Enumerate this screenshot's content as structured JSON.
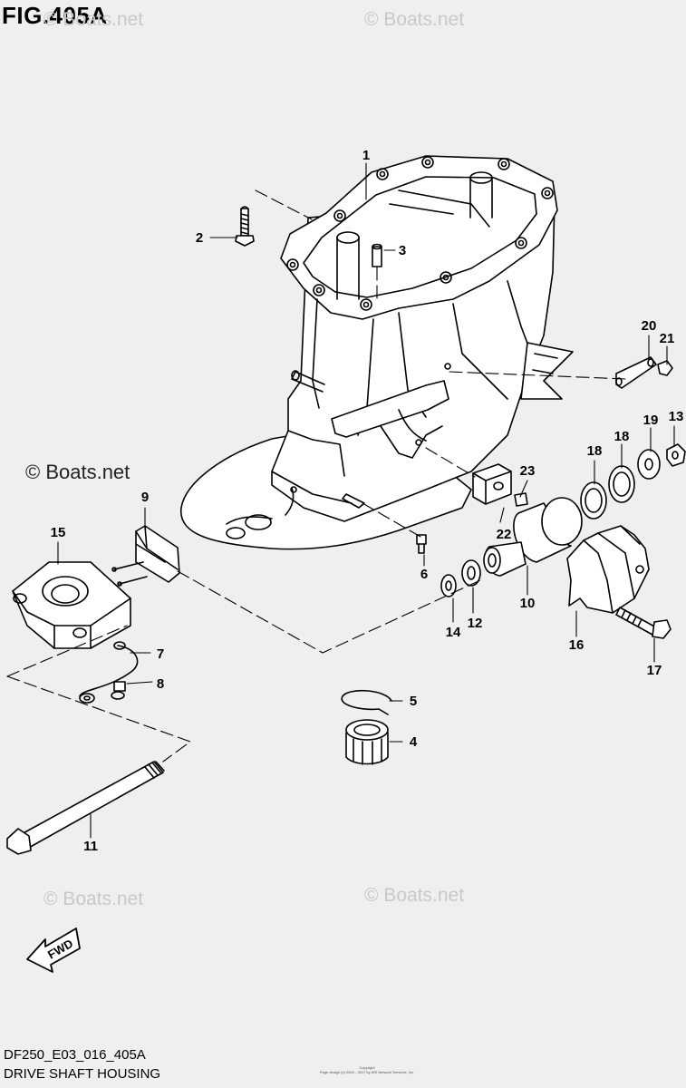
{
  "header": {
    "figure_title": "FIG.405A"
  },
  "footer": {
    "code": "DF250_E03_016_405A",
    "subtitle": "DRIVE SHAFT HOUSING",
    "copyright_line1": "Copyright",
    "copyright_line2": "Page design (c) 2004 - 2017 by ARI Network Services, Inc."
  },
  "watermark": {
    "text": "© Boats.net"
  },
  "direction_label": "FWD",
  "callouts": [
    {
      "num": "1"
    },
    {
      "num": "2"
    },
    {
      "num": "3"
    },
    {
      "num": "4"
    },
    {
      "num": "5"
    },
    {
      "num": "6"
    },
    {
      "num": "7"
    },
    {
      "num": "8"
    },
    {
      "num": "9"
    },
    {
      "num": "10"
    },
    {
      "num": "11"
    },
    {
      "num": "12"
    },
    {
      "num": "13"
    },
    {
      "num": "14"
    },
    {
      "num": "15"
    },
    {
      "num": "16"
    },
    {
      "num": "17"
    },
    {
      "num": "18"
    },
    {
      "num": "18"
    },
    {
      "num": "19"
    },
    {
      "num": "20"
    },
    {
      "num": "21"
    },
    {
      "num": "22"
    },
    {
      "num": "23"
    }
  ]
}
